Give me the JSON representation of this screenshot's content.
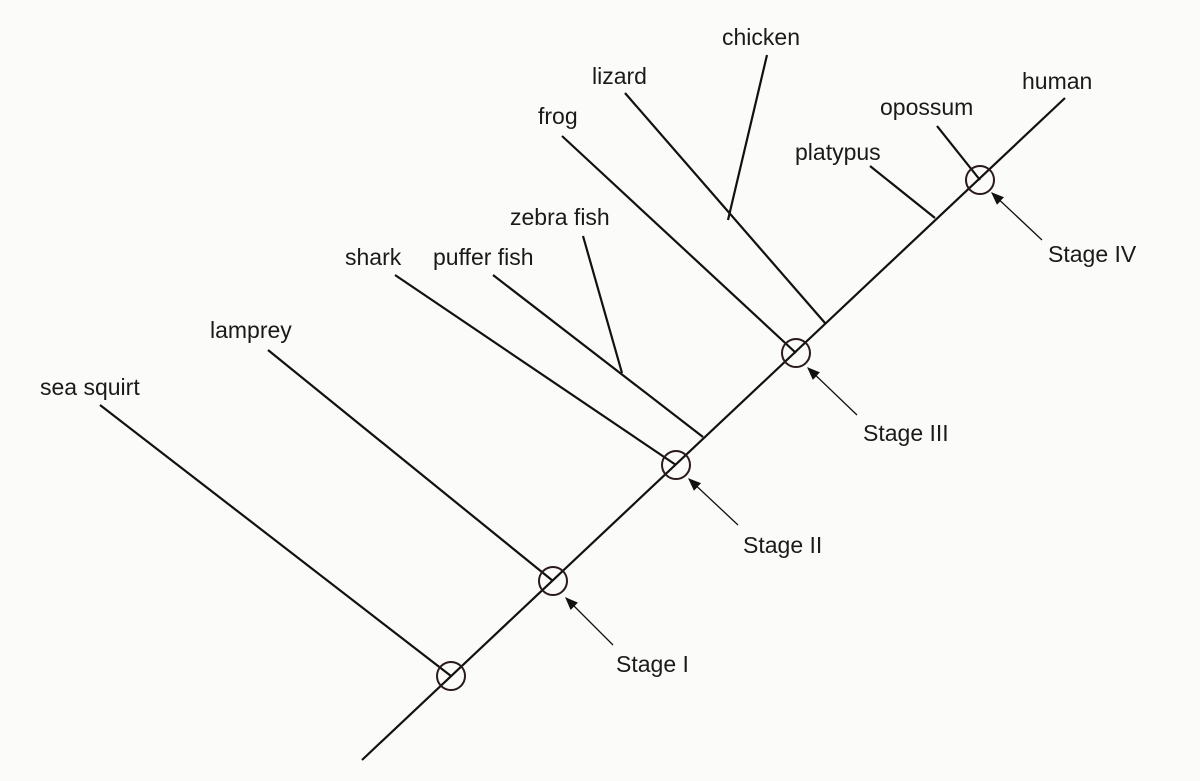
{
  "title": "Cladogram of chordates",
  "taxa": {
    "sea_squirt": "sea squirt",
    "lamprey": "lamprey",
    "shark": "shark",
    "puffer_fish": "puffer fish",
    "zebra_fish": "zebra fish",
    "frog": "frog",
    "lizard": "lizard",
    "chicken": "chicken",
    "platypus": "platypus",
    "opossum": "opossum",
    "human": "human"
  },
  "stages": {
    "stage1": "Stage I",
    "stage2": "Stage II",
    "stage3": "Stage III",
    "stage4": "Stage IV"
  }
}
